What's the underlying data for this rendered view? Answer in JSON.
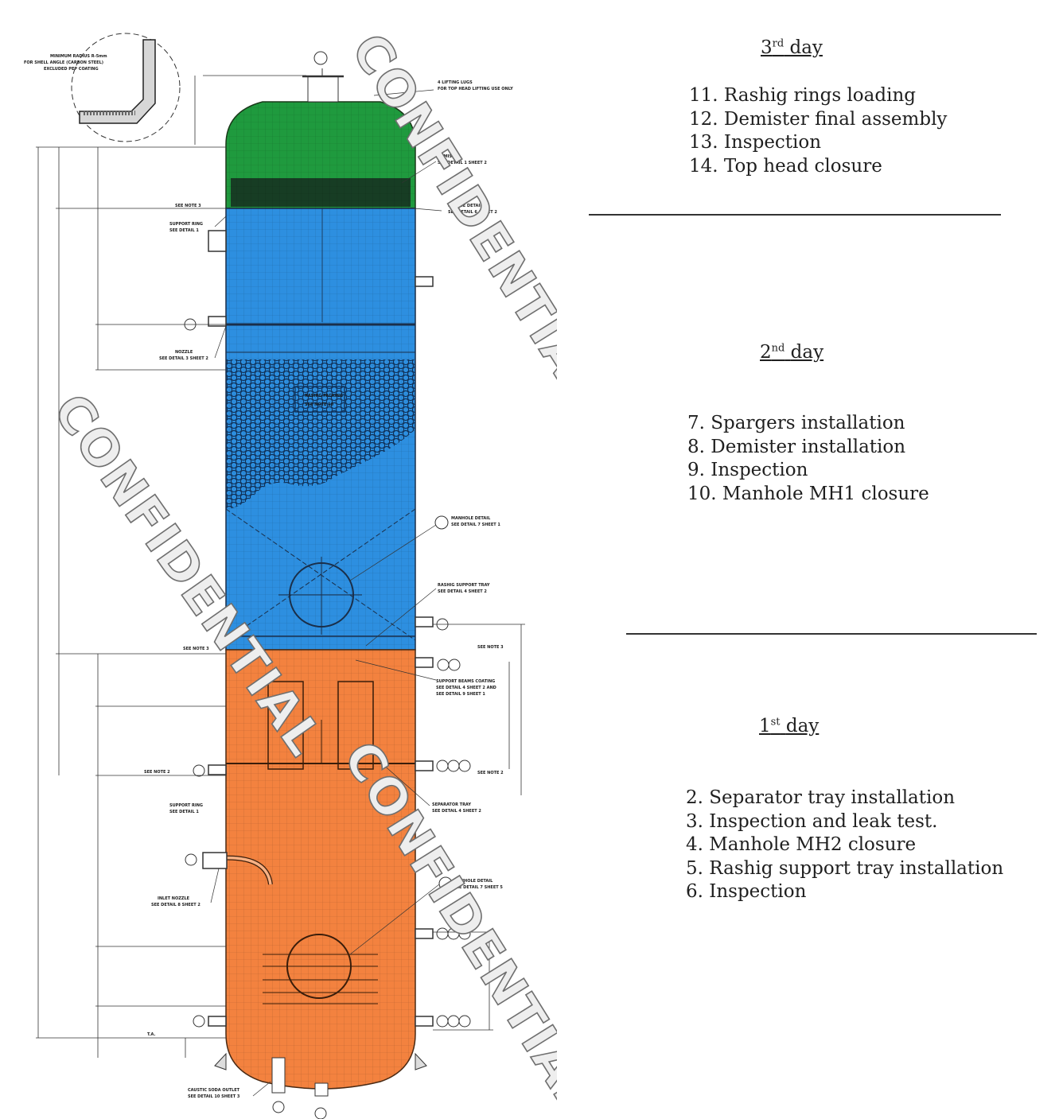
{
  "schedule": {
    "day3": {
      "num": "3",
      "suffix": "rd",
      "word": "day",
      "items": [
        "11. Rashig rings loading",
        "12. Demister final assembly",
        "13. Inspection",
        "14. Top head closure"
      ]
    },
    "day2": {
      "num": "2",
      "suffix": "nd",
      "word": "day",
      "items": [
        "7. Spargers installation",
        "8. Demister installation",
        "9. Inspection",
        "10. Manhole MH1 closure"
      ]
    },
    "day1": {
      "num": "1",
      "suffix": "st",
      "word": "day",
      "items": [
        "2. Separator tray installation",
        "3. Inspection and leak test.",
        "4. Manhole MH2 closure",
        "5. Rashig support tray installation",
        "6. Inspection"
      ]
    }
  },
  "drawing": {
    "watermark": "CONFIDENTIAL",
    "notes": {
      "min_radius": "MINIMUM RADIUS R-5mm",
      "min_radius2": "FOR SHELL ANGLE (CARBON STEEL)",
      "min_radius3": "EXCLUDED PEP COATING",
      "lifting": "4 LIFTING LUGS",
      "lifting2": "FOR TOP HEAD LIFTING USE ONLY",
      "demister": "DEMISTER",
      "demister2": "SEE DETAIL 1 SHEET 2",
      "see_note3": "SEE NOTE 3",
      "flange": "FLANGE DETAIL",
      "flange2": "SEE DETAIL 6 SHEET 2",
      "support_ring": "SUPPORT RING",
      "support_ring2": "SEE DETAIL 1",
      "nozzle": "NOZZLE",
      "nozzle2": "SEE DETAIL 3 SHEET 2",
      "packing": "RASHIG PACKING",
      "packing2": "SEE NOTE 10",
      "manhole1": "MANHOLE DETAIL",
      "manhole1b": "SEE DETAIL 7 SHEET 1",
      "rs_tray": "RASHIG SUPPORT TRAY",
      "rs_tray2": "SEE DETAIL 4 SHEET 2",
      "support_beams": "SUPPORT BEAMS COATING",
      "support_beams2": "SEE DETAIL 4 SHEET 2 AND",
      "support_beams3": "SEE DETAIL 9 SHEET 1",
      "see_note2": "SEE NOTE 2",
      "sep_tray": "SEPARATOR TRAY",
      "sep_tray2": "SEE DETAIL 4 SHEET 2",
      "inlet": "INLET NOZZLE",
      "inlet2": "SEE DETAIL 8 SHEET 2",
      "manhole2": "MANHOLE DETAIL",
      "manhole2b": "SEE DETAIL 7 SHEET 5",
      "caustic": "CAUSTIC SODA OUTLET",
      "caustic2": "SEE DETAIL 10 SHEET 3",
      "ta": "T.A."
    }
  }
}
